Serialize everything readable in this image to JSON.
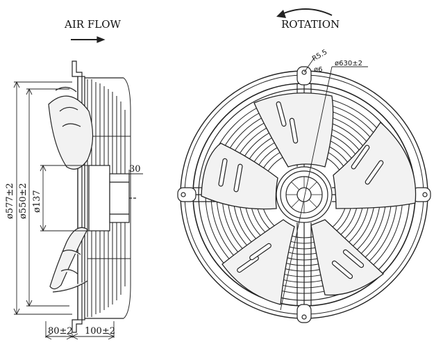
{
  "labels": {
    "air_flow": "AIR FLOW",
    "rotation": "ROTATION"
  },
  "dimensions": {
    "d577": "ø577±2",
    "d550": "ø550±2",
    "d137": "ø137",
    "d630": "ø630±2",
    "r55": "R5.5",
    "d6": "ø6",
    "w30": "30",
    "w80": "80±2",
    "w100": "100±2"
  },
  "colors": {
    "line": "#222222",
    "blade_fill": "#f2f2f2",
    "background": "#ffffff"
  },
  "icons": {
    "air_flow_arrow": "right-arrow-icon",
    "rotation_arrow": "counterclockwise-arrow-icon"
  }
}
